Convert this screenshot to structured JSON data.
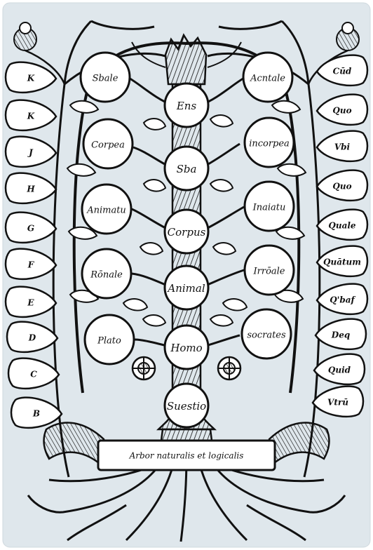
{
  "colors": {
    "ink": "#111111",
    "paper": "#dfe7ec",
    "background": "#ffffff"
  },
  "trunk_nodes": [
    "Ens",
    "Sba",
    "Corpus",
    "Animal",
    "Homo",
    "Suestio"
  ],
  "left_nodes": [
    "Sbale",
    "Corpea",
    "Animatu",
    "Rōnale",
    "Plato"
  ],
  "right_nodes": [
    "Acntale",
    "incorpea",
    "Inaiatu",
    "Irrōale",
    "socrates"
  ],
  "left_leaves": [
    "K",
    "K",
    "J",
    "H",
    "G",
    "F",
    "E",
    "D",
    "C",
    "B"
  ],
  "right_leaves": [
    "Cūd",
    "Quo",
    "Vbi",
    "Quo",
    "Quale",
    "Quātum",
    "Q'baf",
    "Deq",
    "Quid",
    "Vtrū"
  ],
  "banner_text": "Arbor naturalis et logicalis"
}
